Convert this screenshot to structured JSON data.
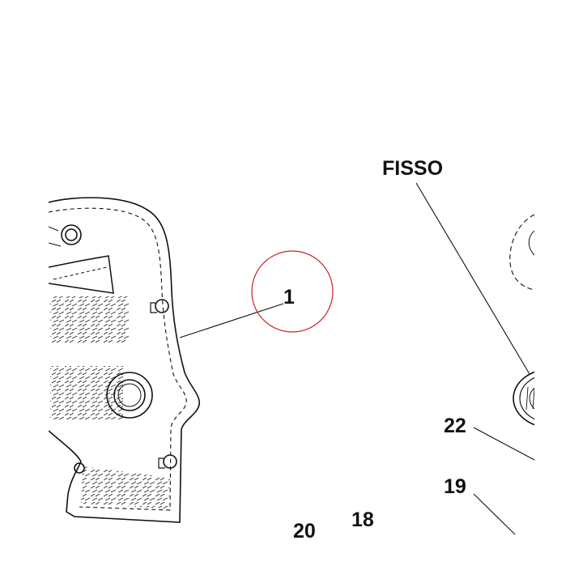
{
  "colors": {
    "ink": "#111111",
    "highlight": "#c8232c",
    "background": "#ffffff"
  },
  "labels": {
    "fisso": "FISSO",
    "part_1": "1",
    "part_22": "22",
    "part_19": "19",
    "part_20": "20",
    "part_18": "18"
  },
  "highlight": {
    "target": "1"
  }
}
